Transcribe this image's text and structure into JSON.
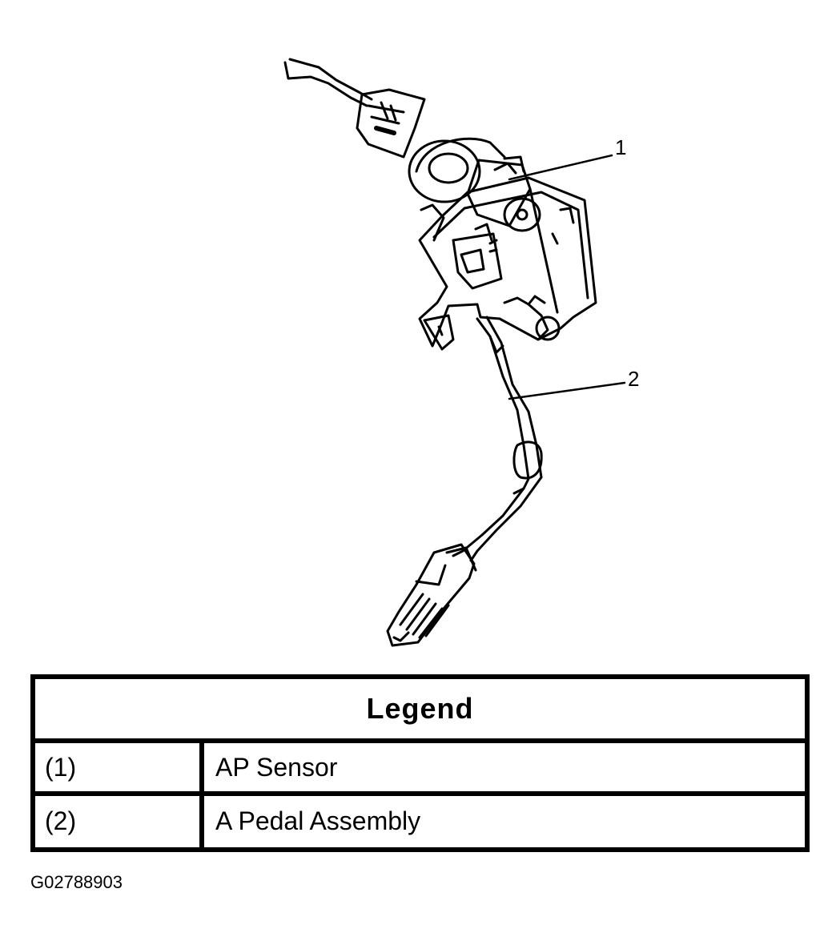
{
  "diagram": {
    "callouts": [
      {
        "number": "1",
        "part": "AP Sensor"
      },
      {
        "number": "2",
        "part": "A Pedal Assembly"
      }
    ]
  },
  "legend": {
    "title": "Legend",
    "rows": [
      {
        "key": "(1)",
        "value": "AP Sensor"
      },
      {
        "key": "(2)",
        "value": "A Pedal Assembly"
      }
    ]
  },
  "figure_id": "G02788903"
}
